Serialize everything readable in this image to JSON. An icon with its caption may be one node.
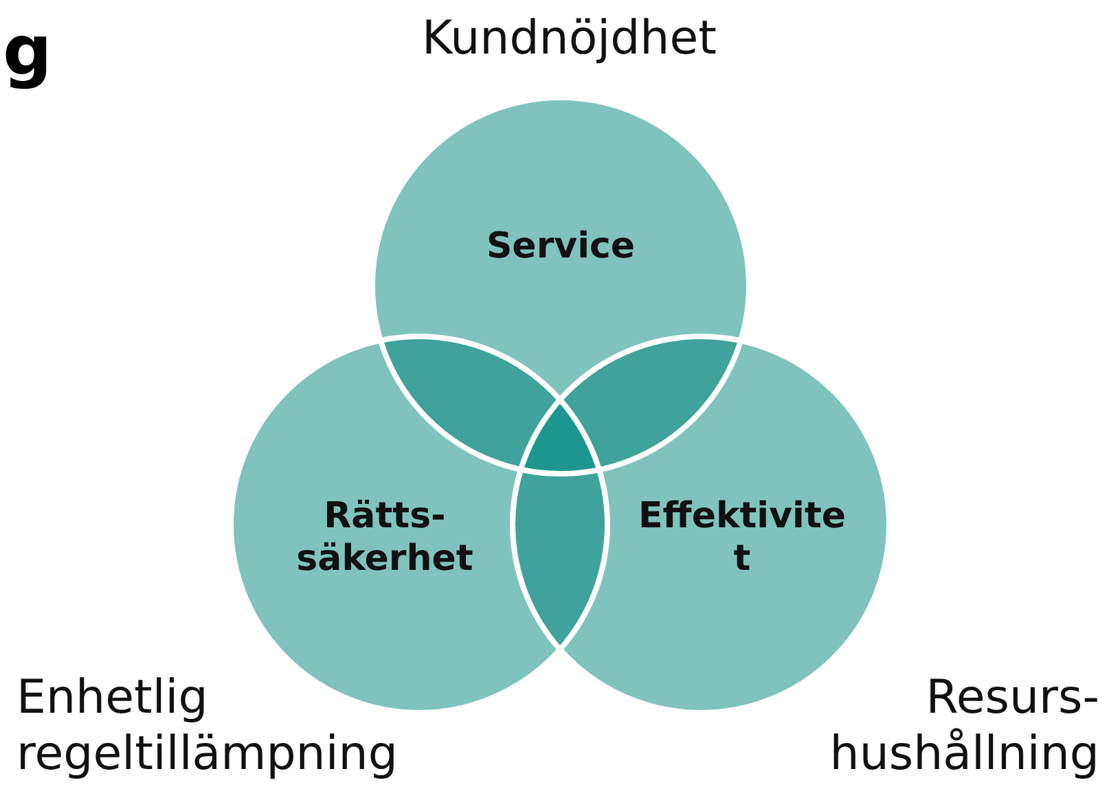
{
  "diagram": {
    "nodes": [
      {
        "text": [
          "Service"
        ],
        "beside": [
          "Kundnöjdhet"
        ]
      },
      {
        "text": [
          "Rätts- säkerhet"
        ],
        "beside": [
          "Enhetlig regeltillämpning"
        ]
      },
      {
        "text": [
          "Effektivite t"
        ],
        "beside": [
          "Resurs- hushållning"
        ]
      }
    ],
    "labels": [
      "g"
    ]
  }
}
